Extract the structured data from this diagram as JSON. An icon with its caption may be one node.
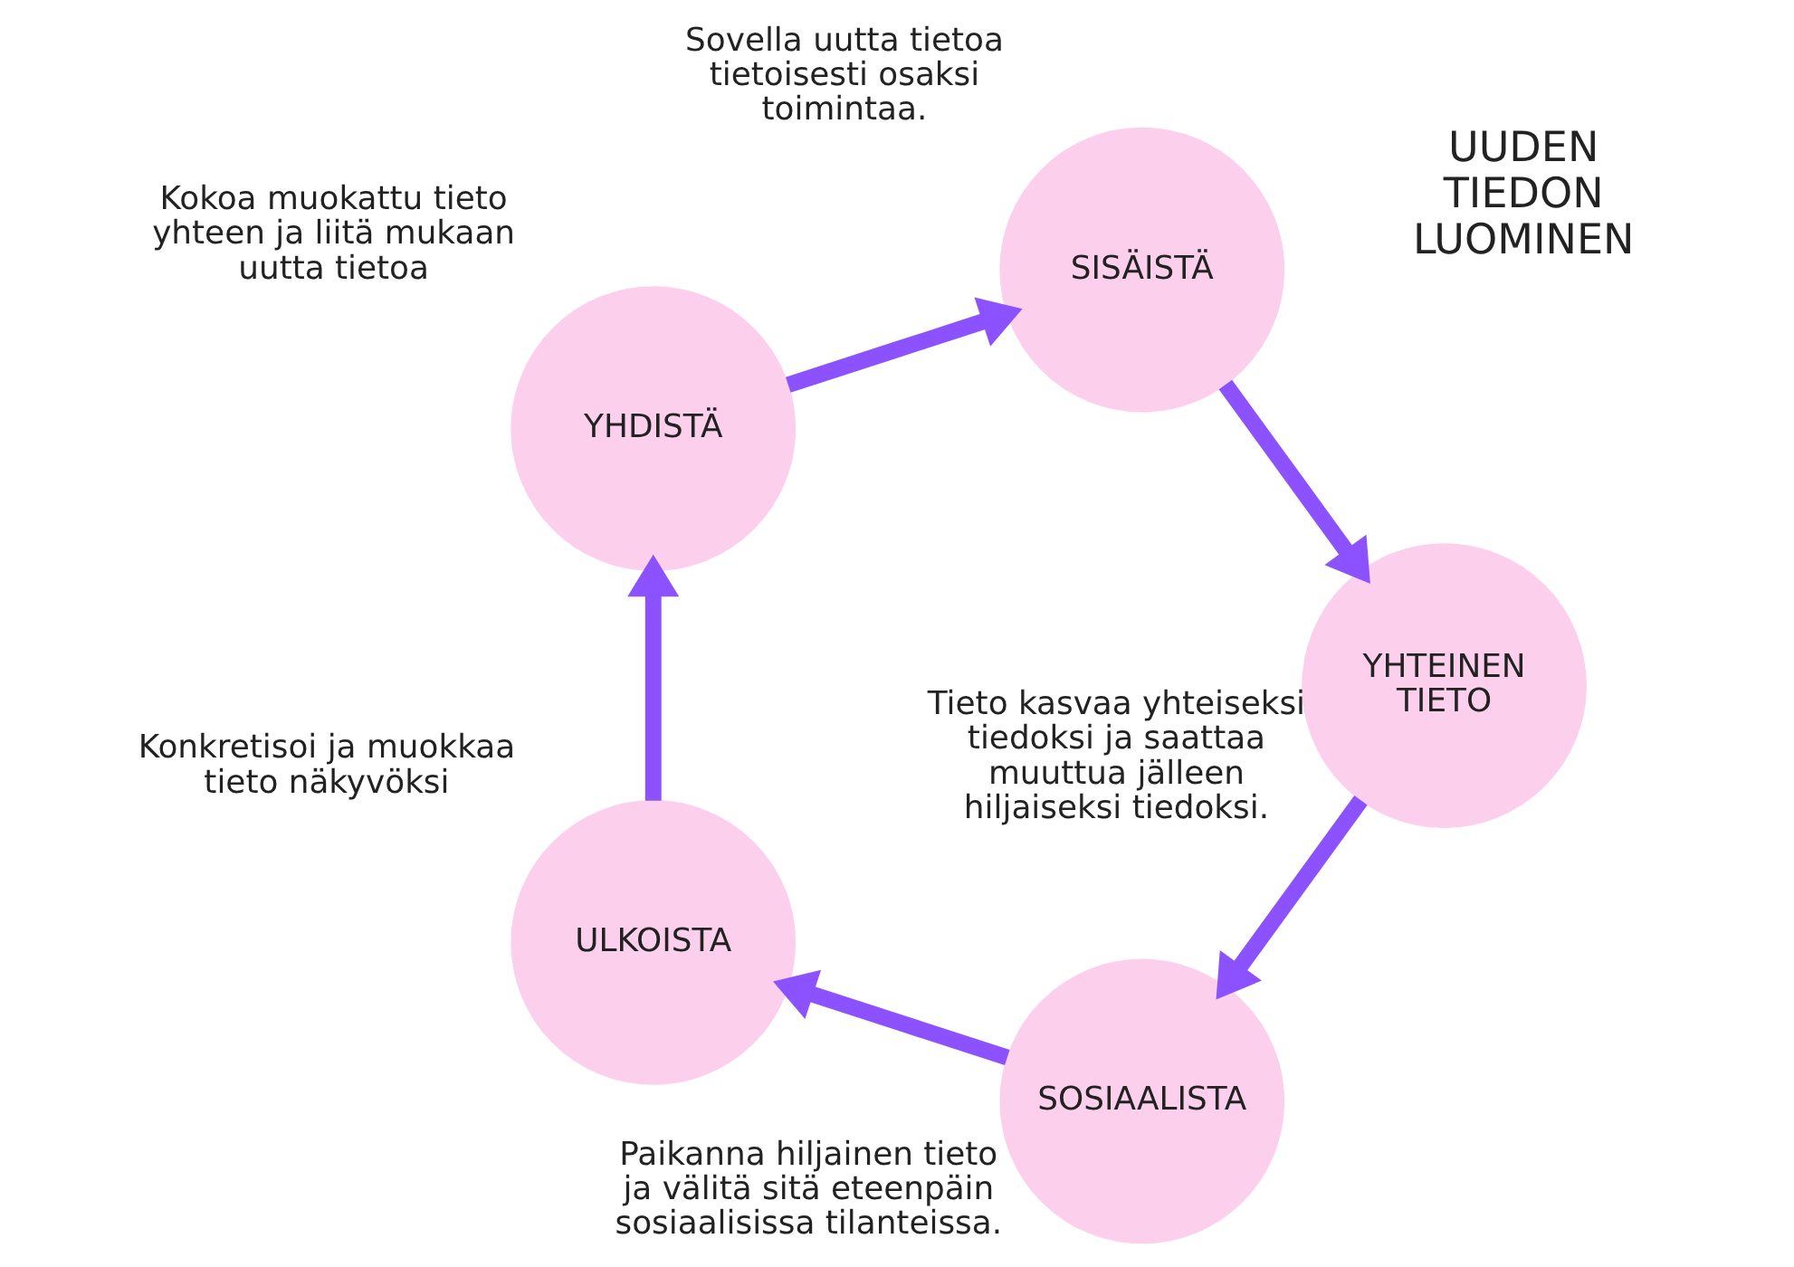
{
  "diagram": {
    "nodes": [
      {
        "text": [
          "SOSIAALISTA"
        ],
        "beside": [
          "Paikanna hiljainen tieto ja välitä sitä eteenpäin sosiaalisissa tilanteissa."
        ]
      },
      {
        "text": [
          "ULKOISTA"
        ],
        "beside": [
          "Konkretisoi ja muokkaa tieto näkyvöksi"
        ]
      },
      {
        "text": [
          "YHDISTÄ"
        ],
        "beside": [
          "Kokoa muokattu tieto yhteen ja liitä mukaan uutta tietoa"
        ]
      },
      {
        "text": [
          "SISÄISTÄ"
        ],
        "beside": [
          "Sovella uutta tietoa tietoisesti osaksi toimintaa."
        ]
      },
      {
        "text": [
          "YHTEINEN TIETO"
        ],
        "beside": [
          "Tieto kasvaa yhteiseksi tiedoksi ja saattaa muuttua jälleen hiljaiseksi tiedoksi."
        ]
      }
    ],
    "edges": [
      {
        "from": 0,
        "to": 1,
        "arrow": "to"
      },
      {
        "from": 1,
        "to": 2,
        "arrow": "to"
      },
      {
        "from": 2,
        "to": 3,
        "arrow": "to"
      },
      {
        "from": 3,
        "to": 4,
        "arrow": "to"
      },
      {
        "from": 4,
        "to": 0,
        "arrow": "to"
      }
    ],
    "labels": [
      "UUDEN TIEDON LUOMINEN"
    ]
  }
}
